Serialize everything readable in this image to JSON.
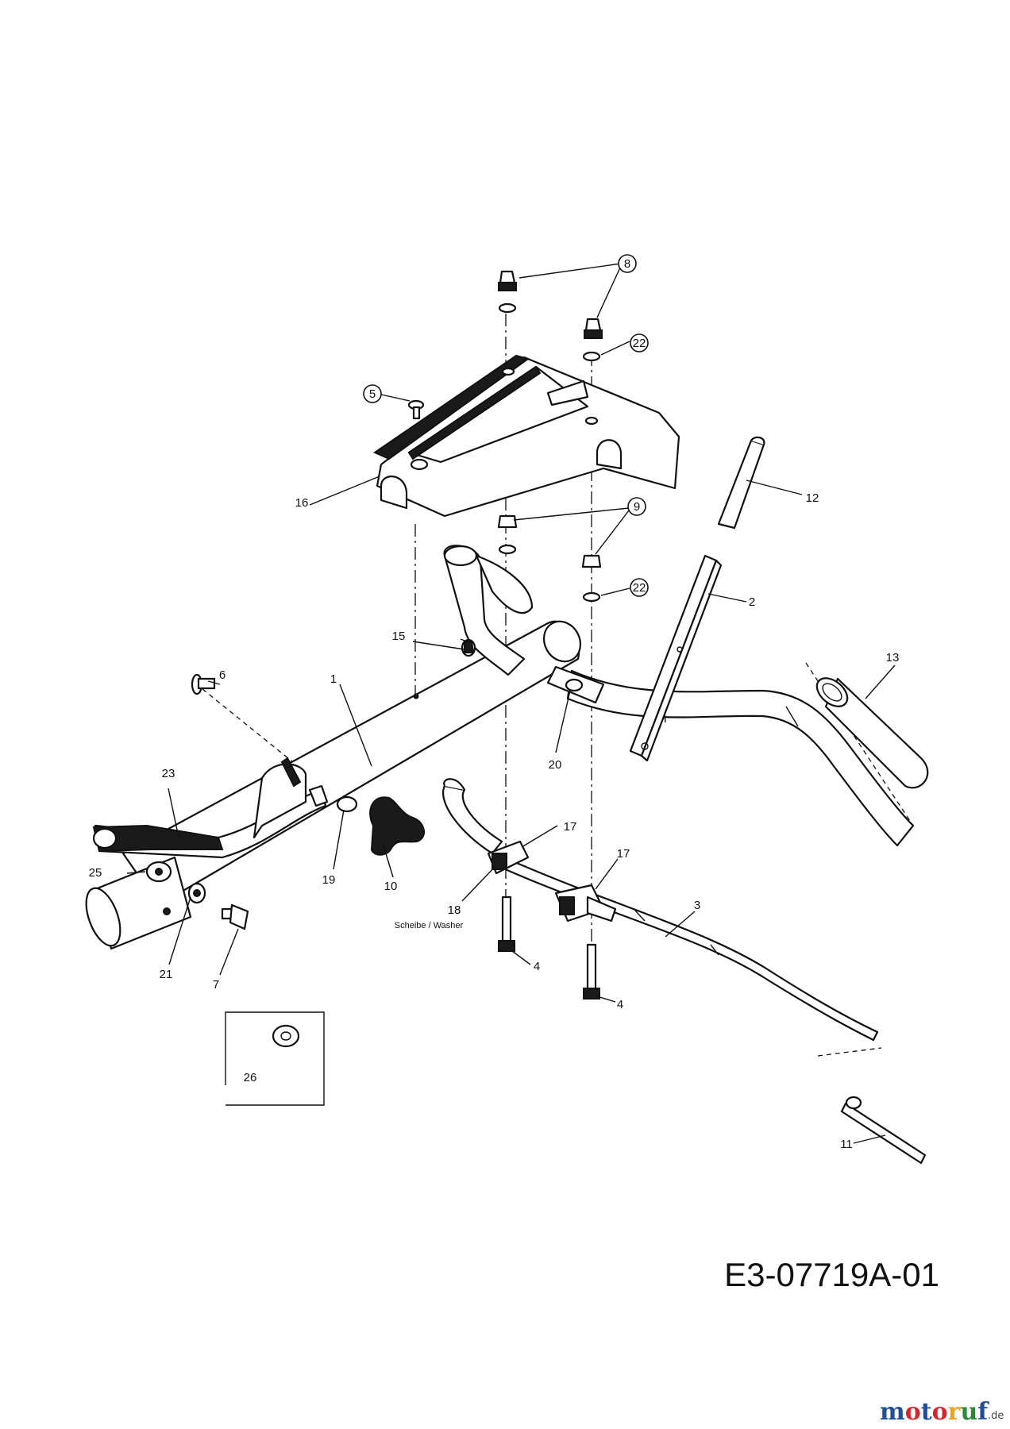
{
  "labels": {
    "p1": "1",
    "p2": "2",
    "p3": "3",
    "p4a": "4",
    "p4b": "4",
    "p5": "5",
    "p6": "6",
    "p7": "7",
    "p8": "8",
    "p9": "9",
    "p10": "10",
    "p11": "11",
    "p12": "12",
    "p13": "13",
    "p15": "15",
    "p16": "16",
    "p17a": "17",
    "p17b": "17",
    "p18": "18",
    "p19": "19",
    "p20": "20",
    "p21": "21",
    "p22a": "22",
    "p22b": "22",
    "p23": "23",
    "p25": "25",
    "p26": "26"
  },
  "note_18": "Scheibe / Washer",
  "drawing_code": "E3-07719A-01",
  "watermark": {
    "m": "m",
    "o1": "o",
    "t": "t",
    "o2": "o",
    "r": "r",
    "u": "u",
    "f": "f",
    "suffix": ".de",
    "colors": [
      "#1f4e9c",
      "#d8262e",
      "#1f4e9c",
      "#d8262e",
      "#f2a21a",
      "#2a8a3a",
      "#1f4e9c"
    ]
  }
}
